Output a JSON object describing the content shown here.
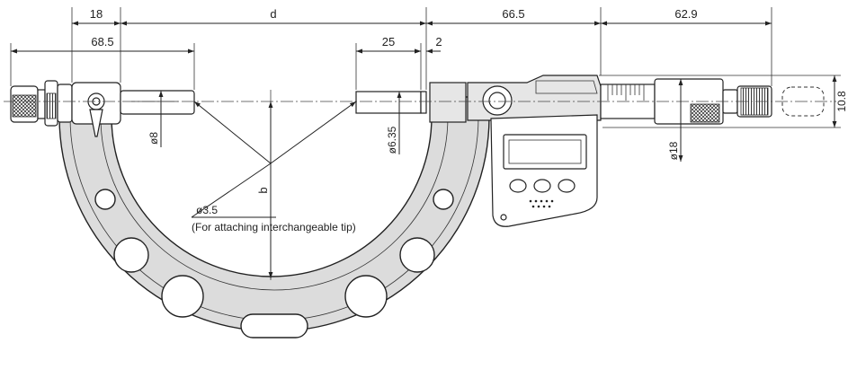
{
  "dimensions": {
    "top_left_18": "18",
    "top_d": "d",
    "top_66_5": "66.5",
    "top_62_9": "62.9",
    "spindle_68_5": "68.5",
    "anvil_25": "25",
    "gap_2": "2",
    "height_10_8": "10.8",
    "dia_8": "ø8",
    "dia_6_35": "ø6.35",
    "dia_18": "ø18",
    "throat_b": "b",
    "hole_3_5": "ø3.5"
  },
  "notes": {
    "interchangeable_tip": "(For attaching interchangeable tip)"
  }
}
